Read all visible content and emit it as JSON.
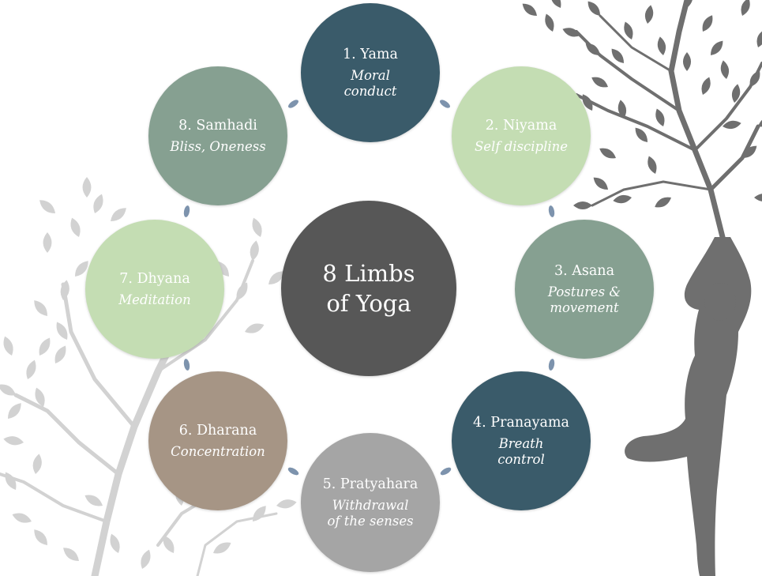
{
  "diagram": {
    "center": {
      "line1": "8 Limbs",
      "line2": "of Yoga",
      "color": "#575757"
    },
    "limbs": [
      {
        "name": "1. Yama",
        "desc1": "Moral",
        "desc2": "conduct",
        "color": "#3a5b6a"
      },
      {
        "name": "2. Niyama",
        "desc1": "Self discipline",
        "desc2": "",
        "color": "#c4ddb3"
      },
      {
        "name": "3. Asana",
        "desc1": "Postures &",
        "desc2": "movement",
        "color": "#86a091"
      },
      {
        "name": "4. Pranayama",
        "desc1": "Breath",
        "desc2": "control",
        "color": "#3a5b6a"
      },
      {
        "name": "5. Pratyahara",
        "desc1": "Withdrawal",
        "desc2": "of the senses",
        "color": "#a5a5a5"
      },
      {
        "name": "6. Dharana",
        "desc1": "Concentration",
        "desc2": "",
        "color": "#a69585"
      },
      {
        "name": "7. Dhyana",
        "desc1": "Meditation",
        "desc2": "",
        "color": "#c4ddb3"
      },
      {
        "name": "8. Samhadi",
        "desc1": "Bliss, Oneness",
        "desc2": "",
        "color": "#86a091"
      }
    ],
    "connector_color": "#7d93ad",
    "background_art": {
      "left_tree_color": "#d2d2d2",
      "right_tree_color": "#6f6f6f",
      "figure_color": "#6f6f6f"
    }
  }
}
